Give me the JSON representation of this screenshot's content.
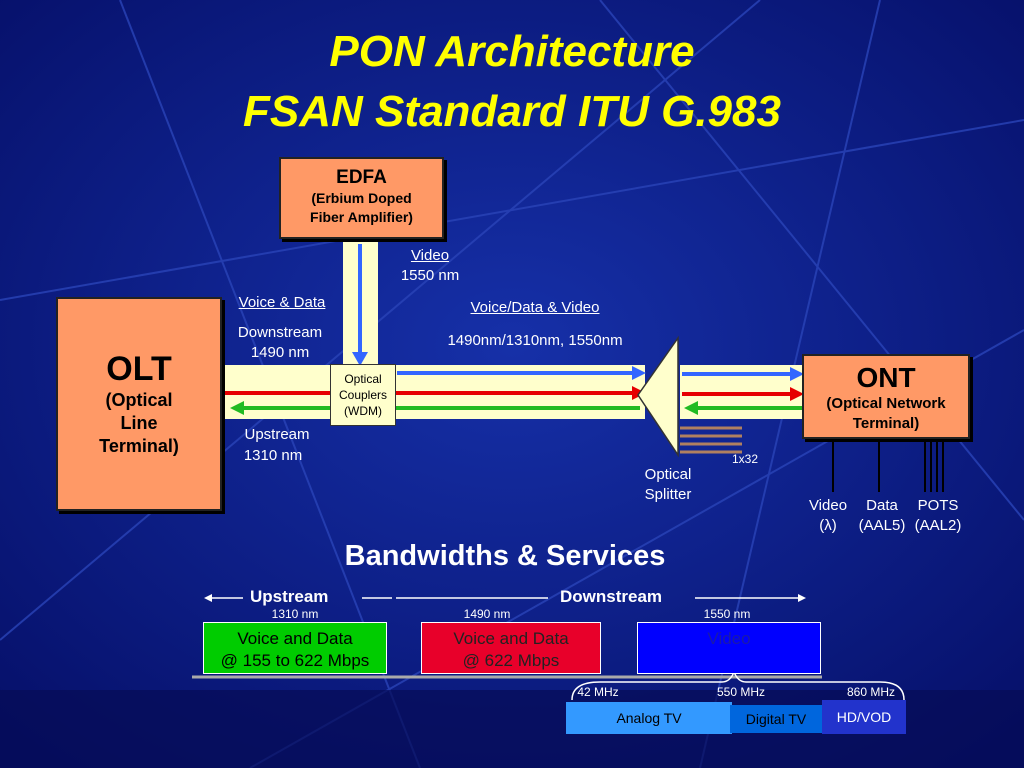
{
  "title": {
    "line1": "PON Architecture",
    "line2": "FSAN Standard ITU G.983"
  },
  "edfa": {
    "title": "EDFA",
    "sub1": "(Erbium Doped",
    "sub2": "Fiber Amplifier)"
  },
  "olt": {
    "title": "OLT",
    "sub1": "(Optical",
    "sub2": "Line",
    "sub3": "Terminal)"
  },
  "ont": {
    "title": "ONT",
    "sub1": "(Optical Network",
    "sub2": "Terminal)"
  },
  "video_in": {
    "label": "Video",
    "wavelength": "1550 nm"
  },
  "voice_data": {
    "label": "Voice & Data"
  },
  "downstream": {
    "label": "Downstream",
    "wavelength": "1490 nm"
  },
  "upstream": {
    "label": "Upstream",
    "wavelength": "1310 nm"
  },
  "combined": {
    "label": "Voice/Data & Video",
    "wavelengths": "1490nm/1310nm, 1550nm"
  },
  "coupler": {
    "line1": "Optical",
    "line2": "Couplers",
    "line3": "(WDM)"
  },
  "splitter": {
    "line1": "Optical",
    "line2": "Splitter",
    "ratio": "1x32"
  },
  "ont_outputs": [
    {
      "line1": "Video",
      "line2": "(λ)"
    },
    {
      "line1": "Data",
      "line2": "(AAL5)"
    },
    {
      "line1": "POTS",
      "line2": "(AAL2)"
    }
  ],
  "bandwidths": {
    "heading": "Bandwidths & Services",
    "upstream_label": "Upstream",
    "downstream_label": "Downstream",
    "bands": [
      {
        "wavelength": "1310 nm",
        "line1": "Voice and Data",
        "line2": "@ 155 to 622 Mbps",
        "color": "#00cc00"
      },
      {
        "wavelength": "1490 nm",
        "line1": "Voice and Data",
        "line2": "@ 622 Mbps",
        "color": "#e8002a"
      },
      {
        "wavelength": "1550 nm",
        "line1": "Video",
        "line2": "",
        "color": "#0000ff"
      }
    ],
    "frequencies": [
      "42 MHz",
      "550 MHz",
      "860 MHz"
    ],
    "services": [
      {
        "label": "Analog TV",
        "color": "#3399ff"
      },
      {
        "label": "Digital TV",
        "color": "#0066dd"
      },
      {
        "label": "HD/VOD",
        "color": "#2233cc"
      }
    ]
  },
  "colors": {
    "background": "#0a1580",
    "title": "#ffff00",
    "box": "#ff9966",
    "fiber": "#ffffcc"
  }
}
